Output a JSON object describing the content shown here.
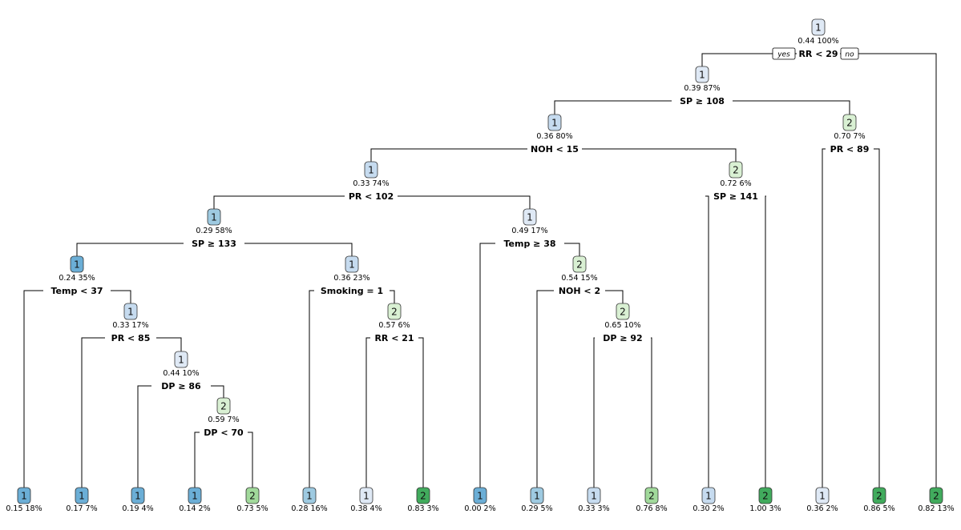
{
  "diagram": {
    "type": "decision-tree",
    "branch_labels": {
      "yes": "yes",
      "no": "no"
    },
    "colors": {
      "class1_pale": "#dfe9f5",
      "class1_light": "#c6dbef",
      "class1_mid": "#9ecae1",
      "class1_dark": "#6baed6",
      "class2_pale": "#d9f0d3",
      "class2_mid": "#a1d99b",
      "class2_dark": "#41ab5d"
    },
    "nodes": [
      {
        "id": "n1",
        "class": "1",
        "prob": "0.44",
        "pct": "100%",
        "split": "RR < 29",
        "shade": "class1_pale"
      },
      {
        "id": "n2",
        "class": "1",
        "prob": "0.39",
        "pct": "87%",
        "split": "SP  ≥  108",
        "shade": "class1_pale"
      },
      {
        "id": "n3",
        "class": "1",
        "prob": "0.36",
        "pct": "80%",
        "split": "NOH < 15",
        "shade": "class1_light"
      },
      {
        "id": "n4",
        "class": "1",
        "prob": "0.33",
        "pct": "74%",
        "split": "PR < 102",
        "shade": "class1_light"
      },
      {
        "id": "n5",
        "class": "1",
        "prob": "0.29",
        "pct": "58%",
        "split": "SP  ≥  133",
        "shade": "class1_mid"
      },
      {
        "id": "n6",
        "class": "1",
        "prob": "0.24",
        "pct": "35%",
        "split": "Temp < 37",
        "shade": "class1_dark"
      },
      {
        "id": "n7",
        "class": "1",
        "prob": "0.33",
        "pct": "17%",
        "split": "PR < 85",
        "shade": "class1_light"
      },
      {
        "id": "n8",
        "class": "1",
        "prob": "0.44",
        "pct": "10%",
        "split": "DP  ≥  86",
        "shade": "class1_pale"
      },
      {
        "id": "n9",
        "class": "2",
        "prob": "0.59",
        "pct": "7%",
        "split": "DP < 70",
        "shade": "class2_pale"
      },
      {
        "id": "n10",
        "class": "1",
        "prob": "0.36",
        "pct": "23%",
        "split": "Smoking = 1",
        "shade": "class1_light"
      },
      {
        "id": "n11",
        "class": "2",
        "prob": "0.57",
        "pct": "6%",
        "split": "RR < 21",
        "shade": "class2_pale"
      },
      {
        "id": "n12",
        "class": "1",
        "prob": "0.49",
        "pct": "17%",
        "split": "Temp  ≥  38",
        "shade": "class1_pale"
      },
      {
        "id": "n13",
        "class": "2",
        "prob": "0.54",
        "pct": "15%",
        "split": "NOH < 2",
        "shade": "class2_pale"
      },
      {
        "id": "n14",
        "class": "2",
        "prob": "0.65",
        "pct": "10%",
        "split": "DP  ≥  92",
        "shade": "class2_pale"
      },
      {
        "id": "n15",
        "class": "2",
        "prob": "0.72",
        "pct": "6%",
        "split": "SP  ≥  141",
        "shade": "class2_pale"
      },
      {
        "id": "n16",
        "class": "2",
        "prob": "0.70",
        "pct": "7%",
        "split": "PR < 89",
        "shade": "class2_pale"
      }
    ],
    "leaves": [
      {
        "id": "l1",
        "class": "1",
        "prob": "0.15",
        "pct": "18%",
        "shade": "class1_dark"
      },
      {
        "id": "l2",
        "class": "1",
        "prob": "0.17",
        "pct": "7%",
        "shade": "class1_dark"
      },
      {
        "id": "l3",
        "class": "1",
        "prob": "0.19",
        "pct": "4%",
        "shade": "class1_dark"
      },
      {
        "id": "l4",
        "class": "1",
        "prob": "0.14",
        "pct": "2%",
        "shade": "class1_dark"
      },
      {
        "id": "l5",
        "class": "2",
        "prob": "0.73",
        "pct": "5%",
        "shade": "class2_mid"
      },
      {
        "id": "l6",
        "class": "1",
        "prob": "0.28",
        "pct": "16%",
        "shade": "class1_mid"
      },
      {
        "id": "l7",
        "class": "1",
        "prob": "0.38",
        "pct": "4%",
        "shade": "class1_pale"
      },
      {
        "id": "l8",
        "class": "2",
        "prob": "0.83",
        "pct": "3%",
        "shade": "class2_dark"
      },
      {
        "id": "l9",
        "class": "1",
        "prob": "0.00",
        "pct": "2%",
        "shade": "class1_dark"
      },
      {
        "id": "l10",
        "class": "1",
        "prob": "0.29",
        "pct": "5%",
        "shade": "class1_mid"
      },
      {
        "id": "l11",
        "class": "1",
        "prob": "0.33",
        "pct": "3%",
        "shade": "class1_light"
      },
      {
        "id": "l12",
        "class": "2",
        "prob": "0.76",
        "pct": "8%",
        "shade": "class2_mid"
      },
      {
        "id": "l13",
        "class": "1",
        "prob": "0.30",
        "pct": "2%",
        "shade": "class1_light"
      },
      {
        "id": "l14",
        "class": "2",
        "prob": "1.00",
        "pct": "3%",
        "shade": "class2_dark"
      },
      {
        "id": "l15",
        "class": "1",
        "prob": "0.36",
        "pct": "2%",
        "shade": "class1_pale"
      },
      {
        "id": "l16",
        "class": "2",
        "prob": "0.86",
        "pct": "5%",
        "shade": "class2_dark"
      },
      {
        "id": "l17",
        "class": "2",
        "prob": "0.82",
        "pct": "13%",
        "shade": "class2_dark"
      }
    ],
    "edges": [
      {
        "from": "n1",
        "to": "n2"
      },
      {
        "from": "n1",
        "to": "l17"
      },
      {
        "from": "n2",
        "to": "n3"
      },
      {
        "from": "n2",
        "to": "n16"
      },
      {
        "from": "n3",
        "to": "n4"
      },
      {
        "from": "n3",
        "to": "n15"
      },
      {
        "from": "n4",
        "to": "n5"
      },
      {
        "from": "n4",
        "to": "n12"
      },
      {
        "from": "n5",
        "to": "n6"
      },
      {
        "from": "n5",
        "to": "n10"
      },
      {
        "from": "n6",
        "to": "l1"
      },
      {
        "from": "n6",
        "to": "n7"
      },
      {
        "from": "n7",
        "to": "l2"
      },
      {
        "from": "n7",
        "to": "n8"
      },
      {
        "from": "n8",
        "to": "l3"
      },
      {
        "from": "n8",
        "to": "n9"
      },
      {
        "from": "n9",
        "to": "l4"
      },
      {
        "from": "n9",
        "to": "l5"
      },
      {
        "from": "n10",
        "to": "l6"
      },
      {
        "from": "n10",
        "to": "n11"
      },
      {
        "from": "n11",
        "to": "l7"
      },
      {
        "from": "n11",
        "to": "l8"
      },
      {
        "from": "n12",
        "to": "l9"
      },
      {
        "from": "n12",
        "to": "n13"
      },
      {
        "from": "n13",
        "to": "l10"
      },
      {
        "from": "n13",
        "to": "n14"
      },
      {
        "from": "n14",
        "to": "l11"
      },
      {
        "from": "n14",
        "to": "l12"
      },
      {
        "from": "n15",
        "to": "l13"
      },
      {
        "from": "n15",
        "to": "l14"
      },
      {
        "from": "n16",
        "to": "l15"
      },
      {
        "from": "n16",
        "to": "l16"
      }
    ]
  }
}
